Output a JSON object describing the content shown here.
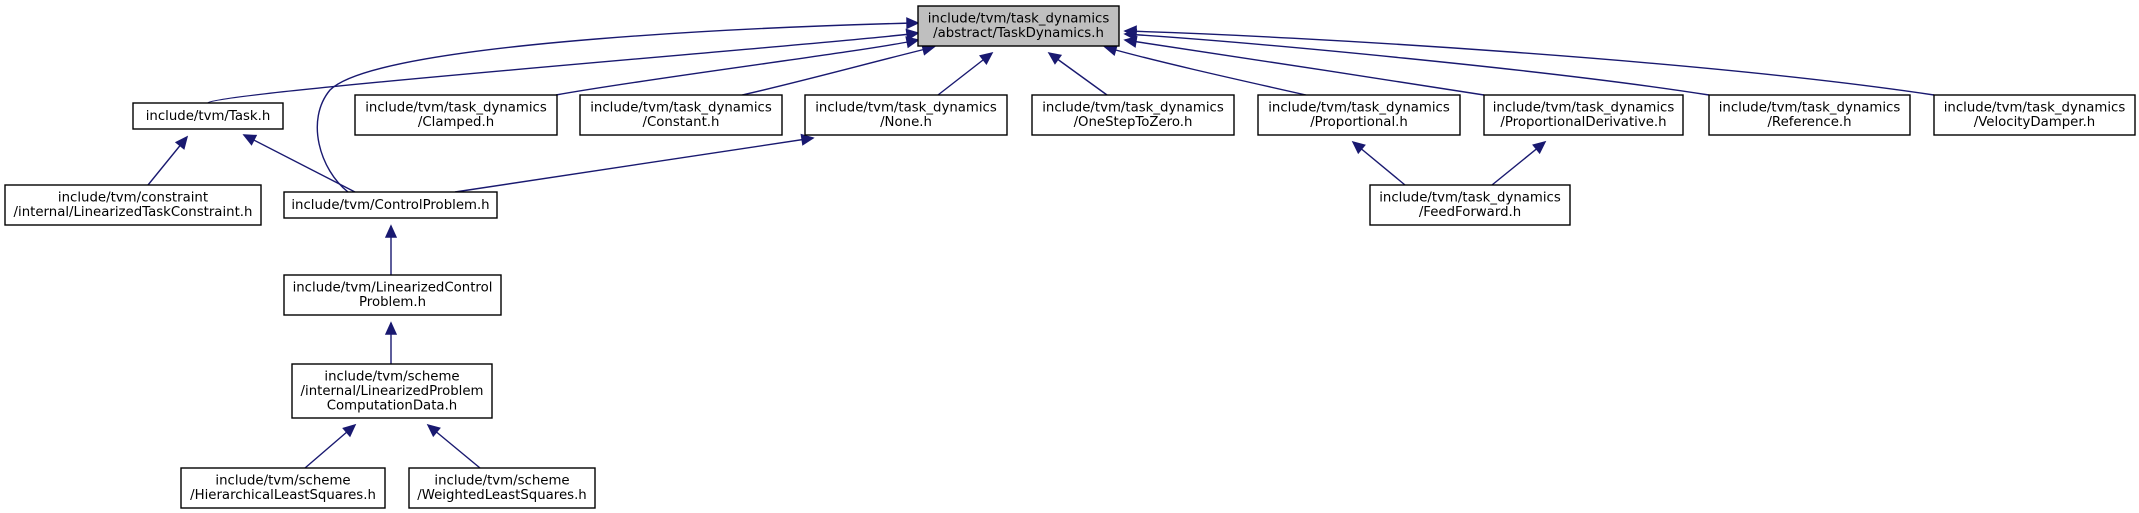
{
  "graph": {
    "root": "taskdynamics",
    "nodes": [
      {
        "id": "taskdynamics",
        "lines": [
          "include/tvm/task_dynamics",
          "/abstract/TaskDynamics.h"
        ],
        "highlighted": true
      },
      {
        "id": "task",
        "lines": [
          "include/tvm/Task.h"
        ]
      },
      {
        "id": "clamped",
        "lines": [
          "include/tvm/task_dynamics",
          "/Clamped.h"
        ]
      },
      {
        "id": "constant",
        "lines": [
          "include/tvm/task_dynamics",
          "/Constant.h"
        ]
      },
      {
        "id": "none",
        "lines": [
          "include/tvm/task_dynamics",
          "/None.h"
        ]
      },
      {
        "id": "onesteptozero",
        "lines": [
          "include/tvm/task_dynamics",
          "/OneStepToZero.h"
        ]
      },
      {
        "id": "proportional",
        "lines": [
          "include/tvm/task_dynamics",
          "/Proportional.h"
        ]
      },
      {
        "id": "proportionalderivative",
        "lines": [
          "include/tvm/task_dynamics",
          "/ProportionalDerivative.h"
        ]
      },
      {
        "id": "reference",
        "lines": [
          "include/tvm/task_dynamics",
          "/Reference.h"
        ]
      },
      {
        "id": "velocitydamper",
        "lines": [
          "include/tvm/task_dynamics",
          "/VelocityDamper.h"
        ]
      },
      {
        "id": "linearizedtaskconstraint",
        "lines": [
          "include/tvm/constraint",
          "/internal/LinearizedTaskConstraint.h"
        ]
      },
      {
        "id": "controlproblem",
        "lines": [
          "include/tvm/ControlProblem.h"
        ]
      },
      {
        "id": "feedforward",
        "lines": [
          "include/tvm/task_dynamics",
          "/FeedForward.h"
        ]
      },
      {
        "id": "linearizedcontrolproblem",
        "lines": [
          "include/tvm/LinearizedControl",
          "Problem.h"
        ]
      },
      {
        "id": "linearizedproblemcomputationdata",
        "lines": [
          "include/tvm/scheme",
          "/internal/LinearizedProblem",
          "ComputationData.h"
        ]
      },
      {
        "id": "hierarchicalleastsquares",
        "lines": [
          "include/tvm/scheme",
          "/HierarchicalLeastSquares.h"
        ]
      },
      {
        "id": "weightedleastsquares",
        "lines": [
          "include/tvm/scheme",
          "/WeightedLeastSquares.h"
        ]
      }
    ],
    "edges": [
      {
        "from": "task",
        "to": "taskdynamics"
      },
      {
        "from": "clamped",
        "to": "taskdynamics"
      },
      {
        "from": "constant",
        "to": "taskdynamics"
      },
      {
        "from": "none",
        "to": "taskdynamics"
      },
      {
        "from": "onesteptozero",
        "to": "taskdynamics"
      },
      {
        "from": "proportional",
        "to": "taskdynamics"
      },
      {
        "from": "proportionalderivative",
        "to": "taskdynamics"
      },
      {
        "from": "reference",
        "to": "taskdynamics"
      },
      {
        "from": "velocitydamper",
        "to": "taskdynamics"
      },
      {
        "from": "controlproblem",
        "to": "taskdynamics"
      },
      {
        "from": "linearizedtaskconstraint",
        "to": "task"
      },
      {
        "from": "controlproblem",
        "to": "task"
      },
      {
        "from": "controlproblem",
        "to": "none"
      },
      {
        "from": "feedforward",
        "to": "proportional"
      },
      {
        "from": "feedforward",
        "to": "proportionalderivative"
      },
      {
        "from": "linearizedcontrolproblem",
        "to": "controlproblem"
      },
      {
        "from": "linearizedproblemcomputationdata",
        "to": "linearizedcontrolproblem"
      },
      {
        "from": "hierarchicalleastsquares",
        "to": "linearizedproblemcomputationdata"
      },
      {
        "from": "weightedleastsquares",
        "to": "linearizedproblemcomputationdata"
      }
    ]
  }
}
